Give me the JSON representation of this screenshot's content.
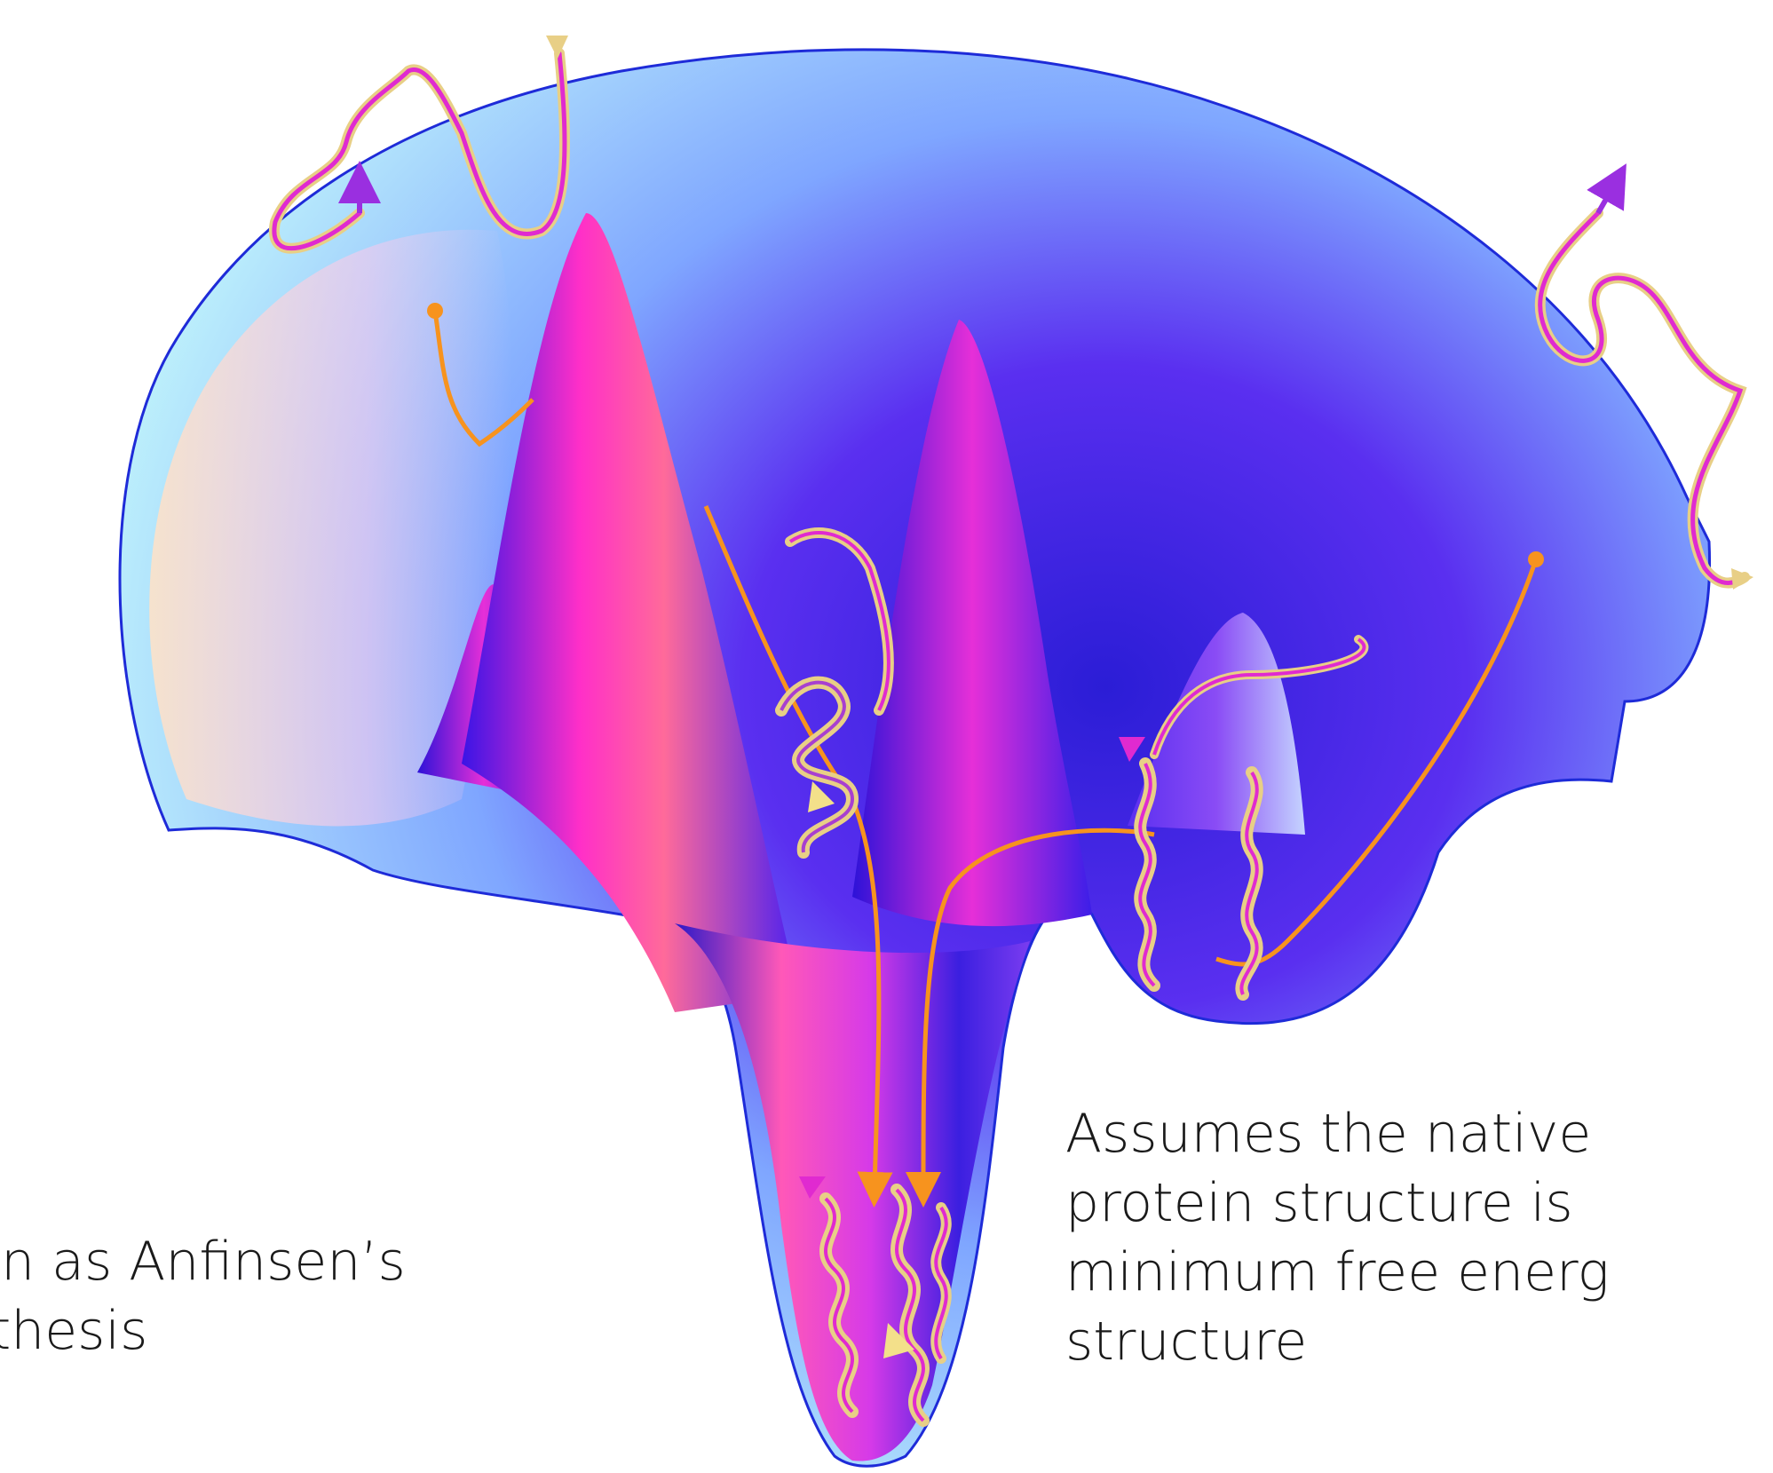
{
  "captions": {
    "left": {
      "lines": [
        "wn as Anfinsen’s",
        "othesis"
      ]
    },
    "right": {
      "lines": [
        "Assumes the native",
        "protein structure is",
        "minimum free energ",
        "structure"
      ]
    }
  },
  "colors": {
    "basin_rim": "#b7eefa",
    "basin_center": "#2b1dd6",
    "peak_magenta": "#ff2fc8",
    "peak_pink": "#ff6a9a",
    "outline": "#1e2bd8",
    "pathway": "#f7931e",
    "ribbon_tan": "#e8cf86",
    "ribbon_magenta": "#e02ad0",
    "arrow_purple": "#9a2fe0",
    "text": "#1a1a1a"
  },
  "icons": [
    "folding-funnel-icon",
    "protein-ribbon-icon",
    "folding-pathway-arrow-icon"
  ]
}
